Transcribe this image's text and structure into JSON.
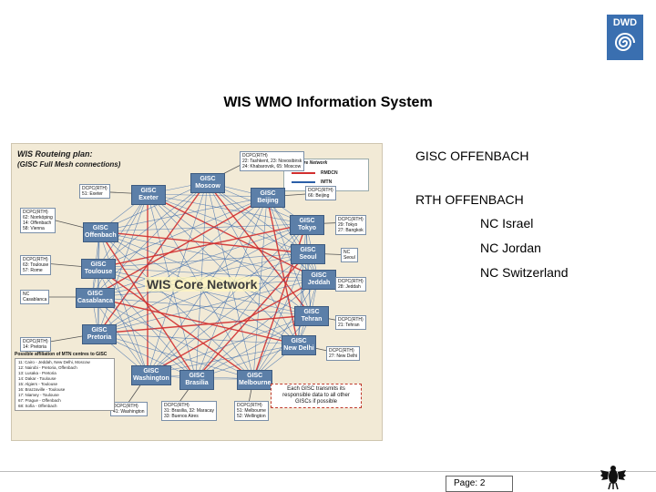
{
  "logo": {
    "text": "DWD"
  },
  "title": "WIS  WMO Information System",
  "diagram": {
    "heading": "WIS Routeing plan:",
    "subheading": "(GISC Full Mesh connections)",
    "core_label": "WIS Core Network",
    "legend": {
      "title": "WIS Core Network",
      "items": [
        {
          "label": "RMDCN",
          "color": "#d22f2f"
        },
        {
          "label": "IMTN",
          "color": "#2b5fa8"
        }
      ]
    },
    "giscs": [
      {
        "name": "GISC\nExeter"
      },
      {
        "name": "GISC\nMoscow"
      },
      {
        "name": "GISC\nBeijing"
      },
      {
        "name": "GISC\nTokyo"
      },
      {
        "name": "GISC\nSeoul"
      },
      {
        "name": "GISC\nJeddah"
      },
      {
        "name": "GISC\nTehran"
      },
      {
        "name": "GISC\nNew Delhi"
      },
      {
        "name": "GISC\nMelbourne"
      },
      {
        "name": "GISC\nBrasilia"
      },
      {
        "name": "GISC\nWashington"
      },
      {
        "name": "GISC\nPretoria"
      },
      {
        "name": "GISC\nCasablanca"
      },
      {
        "name": "GISC\nToulouse"
      },
      {
        "name": "GISC\nOffenbach"
      }
    ],
    "rths": [
      {
        "text": "DCPC(RTH)\n51: Exeter"
      },
      {
        "text": "DCPC(RTH)\n22: Tashkent, 23: Novosibirsk\n24: Khabarovsk, 65: Moscow"
      },
      {
        "text": "DCPC(RTH)\n66: Beijing"
      },
      {
        "text": "DCPC(RTH)\n29: Tokyo\n27: Bangkok"
      },
      {
        "text": "NC\nSeoul"
      },
      {
        "text": "DCPC(RTH)\n28: Jeddah"
      },
      {
        "text": "DCPC(RTH)\n21: Tehran"
      },
      {
        "text": "DCPC(RTH)\n27: New Delhi"
      },
      {
        "text": "DCPC(RTH)\n51: Melbourne\n52: Wellington"
      },
      {
        "text": "DCPC(RTH)\n31: Brasilia, 32: Maracay\n33: Buenos Aires"
      },
      {
        "text": "DCPC(RTH)\n41: Washington"
      },
      {
        "text": "DCPC(RTH)\n14: Pretoria"
      },
      {
        "text": "NC\nCasablanca"
      },
      {
        "text": "DCPC(RTH)\n63: Toulouse\n57: Rome"
      },
      {
        "text": "DCPC(RTH)\n62: Norrköping\n14: Offenbach\n58: Vienna"
      }
    ],
    "affiliation": {
      "title": "Possible affiliation of MTN centres to GISC",
      "items": [
        "11: Cairo - Jeddah, New Delhi, Moscow",
        "12: Nairobi - Pretoria, Offenbach",
        "13: Lusaka - Pretoria",
        "14: Dakar - Toulouse",
        "15: Algiers - Toulouse",
        "16: Brazzaville - Toulouse",
        "17: Niamey - Toulouse",
        "67: Prague - Offenbach",
        "68: Sofia - Offenbach"
      ]
    },
    "note": "Each GISC transmits its responsible data to all other GISCs if possible"
  },
  "info": {
    "gisc": "GISC OFFENBACH",
    "rth": "RTH OFFENBACH",
    "ncs": [
      "NC Israel",
      "NC Jordan",
      "NC Switzerland"
    ]
  },
  "footer": {
    "page": "Page: 2"
  }
}
